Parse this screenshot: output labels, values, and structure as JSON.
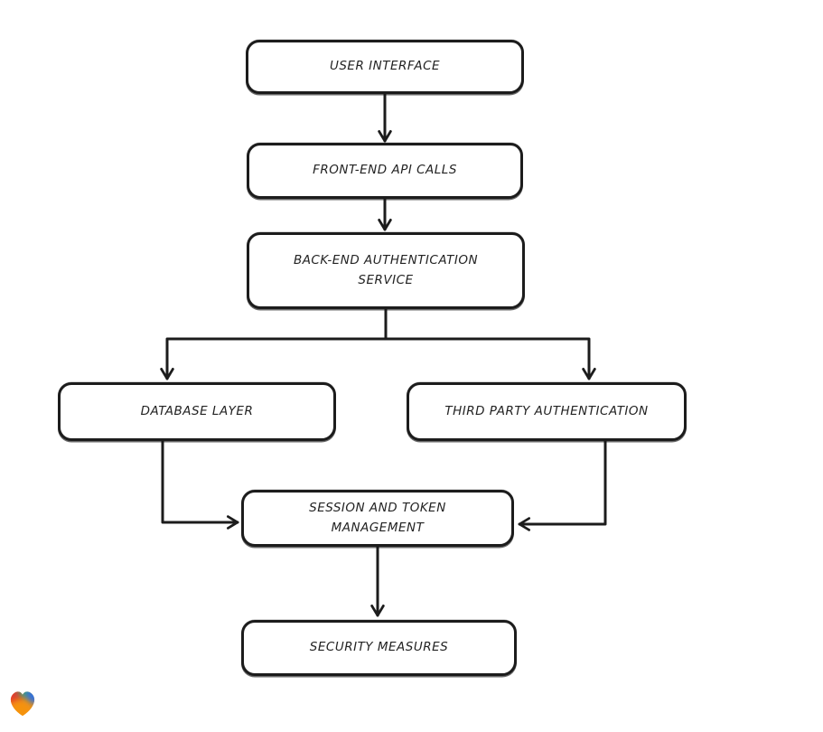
{
  "page": {
    "background": "#ffffff"
  },
  "diagram": {
    "type": "flowchart",
    "direction": "top-down",
    "style": {
      "node_fill": "#ffffff",
      "node_stroke": "#1c1c1c",
      "edge_stroke": "#1c1c1c",
      "text_color": "#232323"
    },
    "nodes": [
      {
        "id": "user-interface",
        "label": "USER INTERFACE"
      },
      {
        "id": "front-end-api-calls",
        "label": "FRONT-END API CALLS"
      },
      {
        "id": "back-end-authentication-service",
        "label": "BACK-END AUTHENTICATION SERVICE"
      },
      {
        "id": "database-layer",
        "label": "DATABASE LAYER"
      },
      {
        "id": "third-party-authentication",
        "label": "THIRD PARTY AUTHENTICATION"
      },
      {
        "id": "session-and-token-management",
        "label": "SESSION AND TOKEN MANAGEMENT"
      },
      {
        "id": "security-measures",
        "label": "SECURITY MEASURES"
      }
    ],
    "edges": [
      {
        "from": "user-interface",
        "to": "front-end-api-calls"
      },
      {
        "from": "front-end-api-calls",
        "to": "back-end-authentication-service"
      },
      {
        "from": "back-end-authentication-service",
        "to": "database-layer"
      },
      {
        "from": "back-end-authentication-service",
        "to": "third-party-authentication"
      },
      {
        "from": "database-layer",
        "to": "session-and-token-management"
      },
      {
        "from": "third-party-authentication",
        "to": "session-and-token-management"
      },
      {
        "from": "session-and-token-management",
        "to": "security-measures"
      }
    ]
  },
  "branding": {
    "logo_icon": "gradient-heart-icon",
    "logo_colors": [
      "#e23a2e",
      "#2aa97c",
      "#2f6fe0",
      "#f5930f"
    ]
  }
}
